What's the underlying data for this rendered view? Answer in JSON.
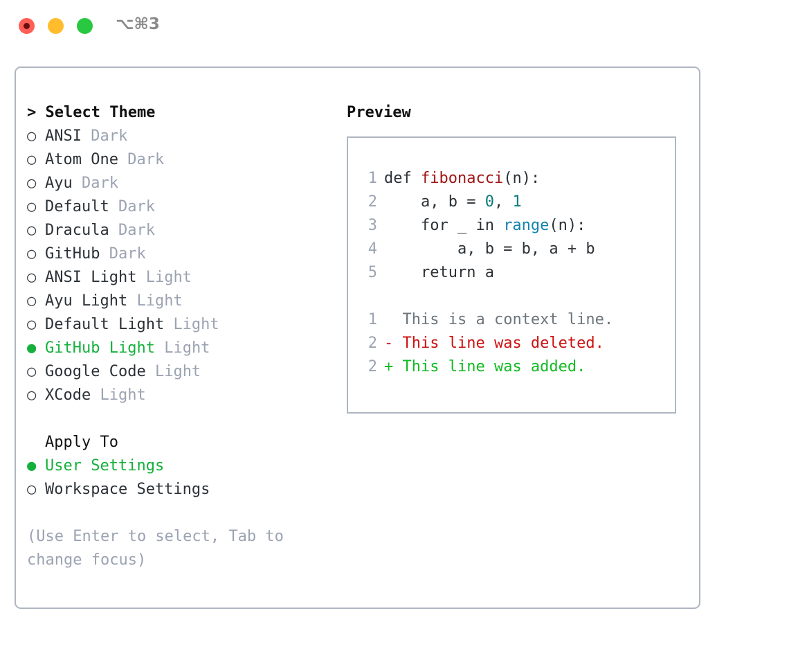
{
  "titlebar": {
    "shortcut": "⌥⌘3",
    "lights": [
      {
        "name": "close",
        "color": "#ff5f57"
      },
      {
        "name": "minimize",
        "color": "#ffbd2e"
      },
      {
        "name": "maximize",
        "color": "#28c840"
      }
    ]
  },
  "theme_picker": {
    "heading": "> Select Theme",
    "selected_theme": "GitHub Light",
    "bullet_on": "●",
    "bullet_off": "○",
    "items": [
      {
        "bullet": "○",
        "name": "ANSI",
        "variant": "Dark",
        "selected": false
      },
      {
        "bullet": "○",
        "name": "Atom One",
        "variant": "Dark",
        "selected": false
      },
      {
        "bullet": "○",
        "name": "Ayu",
        "variant": "Dark",
        "selected": false
      },
      {
        "bullet": "○",
        "name": "Default",
        "variant": "Dark",
        "selected": false
      },
      {
        "bullet": "○",
        "name": "Dracula",
        "variant": "Dark",
        "selected": false
      },
      {
        "bullet": "○",
        "name": "GitHub",
        "variant": "Dark",
        "selected": false
      },
      {
        "bullet": "○",
        "name": "ANSI Light",
        "variant": "Light",
        "selected": false
      },
      {
        "bullet": "○",
        "name": "Ayu Light",
        "variant": "Light",
        "selected": false
      },
      {
        "bullet": "○",
        "name": "Default Light",
        "variant": "Light",
        "selected": false
      },
      {
        "bullet": "●",
        "name": "GitHub Light",
        "variant": "Light",
        "selected": true
      },
      {
        "bullet": "○",
        "name": "Google Code",
        "variant": "Light",
        "selected": false
      },
      {
        "bullet": "○",
        "name": "XCode",
        "variant": "Light",
        "selected": false
      }
    ]
  },
  "apply_to": {
    "heading": "Apply To",
    "selected": "User Settings",
    "options": [
      {
        "bullet": "●",
        "label": "User Settings",
        "selected": true
      },
      {
        "bullet": "○",
        "label": "Workspace Settings",
        "selected": false
      }
    ]
  },
  "hint": "(Use Enter to select, Tab to change focus)",
  "preview": {
    "title": "Preview",
    "code_lines": [
      {
        "num": "1",
        "segments": [
          {
            "text": "def ",
            "style": "plain"
          },
          {
            "text": "fibonacci",
            "style": "fn"
          },
          {
            "text": "(n):",
            "style": "plain"
          }
        ]
      },
      {
        "num": "2",
        "segments": [
          {
            "text": "    a, b = ",
            "style": "plain"
          },
          {
            "text": "0",
            "style": "num"
          },
          {
            "text": ", ",
            "style": "plain"
          },
          {
            "text": "1",
            "style": "num"
          }
        ]
      },
      {
        "num": "3",
        "segments": [
          {
            "text": "    for _ in ",
            "style": "plain"
          },
          {
            "text": "range",
            "style": "call"
          },
          {
            "text": "(n):",
            "style": "plain"
          }
        ]
      },
      {
        "num": "4",
        "segments": [
          {
            "text": "        a, b = b, a + b",
            "style": "plain"
          }
        ]
      },
      {
        "num": "5",
        "segments": [
          {
            "text": "    return a",
            "style": "plain"
          }
        ]
      }
    ],
    "diff_lines": [
      {
        "num": "1",
        "marker": "  ",
        "text": "This is a context line.",
        "style": "ctx"
      },
      {
        "num": "2",
        "marker": "- ",
        "text": "This line was deleted.",
        "style": "del"
      },
      {
        "num": "2",
        "marker": "+ ",
        "text": "This line was added.",
        "style": "add"
      }
    ]
  },
  "colors": {
    "panel_border": "#aeb6c2",
    "accent_green": "#14b03b",
    "muted": "#9ba3b2",
    "diff_add": "#11bb22",
    "diff_del": "#cc1111",
    "keyword_fn": "#a31515",
    "number": "#0d7a7a",
    "builtin": "#1282b0"
  }
}
